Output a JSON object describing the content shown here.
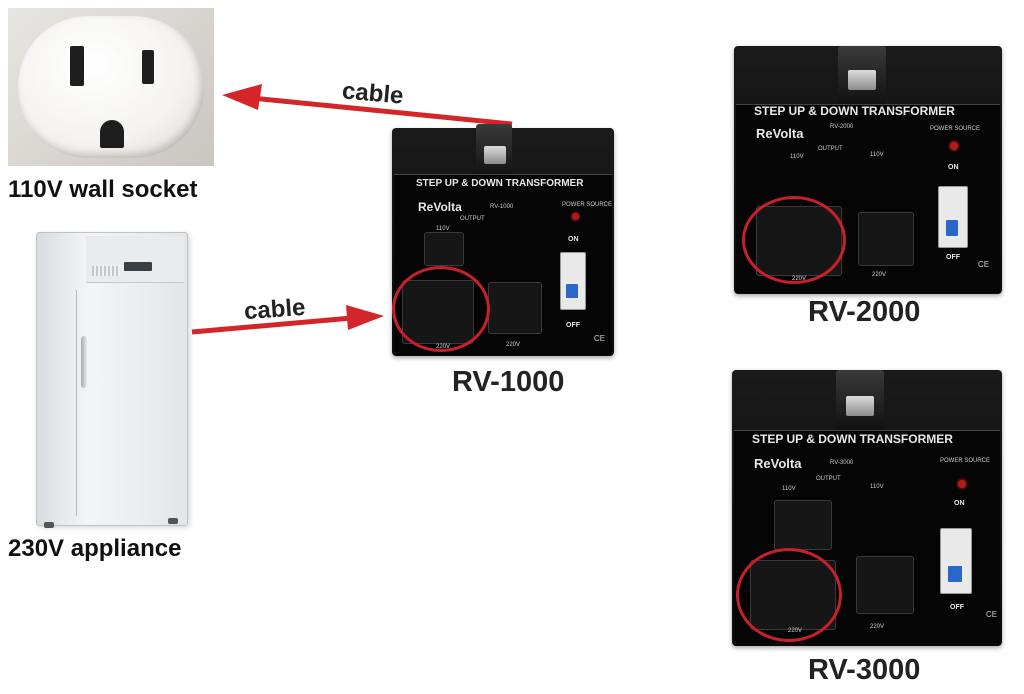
{
  "captions": {
    "socket": "110V wall socket",
    "appliance": "230V appliance"
  },
  "arrows": {
    "top_label": "cable",
    "bottom_label": "cable",
    "color": "#d4262a"
  },
  "transformer": {
    "header": "STEP UP & DOWN TRANSFORMER",
    "brand": "ReVolta",
    "output_label": "OUTPUT",
    "power_source": "POWER SOURCE",
    "on": "ON",
    "off": "OFF",
    "v110": "110V",
    "v220": "220V",
    "ce": "CE"
  },
  "models": {
    "rv1000": {
      "name": "RV-1000",
      "plate": "RV-1000"
    },
    "rv2000": {
      "name": "RV-2000",
      "plate": "RV-2000"
    },
    "rv3000": {
      "name": "RV-3000",
      "plate": "RV-3000"
    }
  },
  "highlight_color": "#c8202a"
}
